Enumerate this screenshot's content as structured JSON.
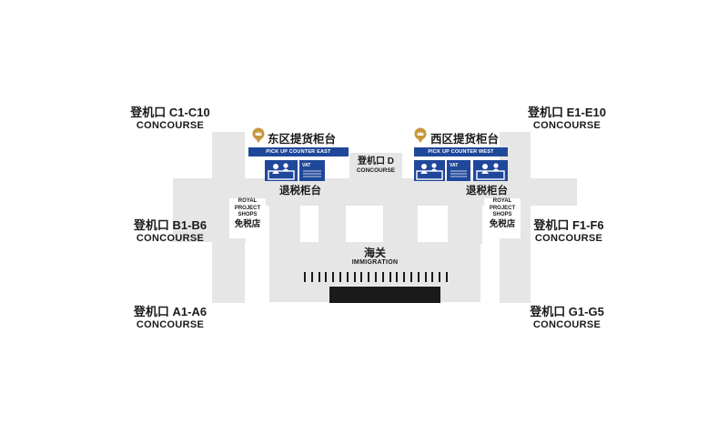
{
  "map": {
    "concourses": {
      "c": {
        "cn": "登机口 C1-C10",
        "en": "CONCOURSE"
      },
      "e": {
        "cn": "登机口 E1-E10",
        "en": "CONCOURSE"
      },
      "b": {
        "cn": "登机口 B1-B6",
        "en": "CONCOURSE"
      },
      "f": {
        "cn": "登机口 F1-F6",
        "en": "CONCOURSE"
      },
      "a": {
        "cn": "登机口 A1-A6",
        "en": "CONCOURSE"
      },
      "g": {
        "cn": "登机口 G1-G5",
        "en": "CONCOURSE"
      },
      "d": {
        "cn": "登机口 D",
        "en": "CONCOURSE"
      }
    },
    "pickup_east": {
      "title": "东区提货柜台",
      "bar": "PICK UP COUNTER EAST",
      "vat": "VAT"
    },
    "pickup_west": {
      "title": "西区提货柜台",
      "bar": "PICK UP COUNTER WEST",
      "vat": "VAT"
    },
    "tax_refund_east": "退税柜台",
    "tax_refund_west": "退税柜台",
    "shops_left": {
      "line1": "ROYAL",
      "line2": "PROJECT",
      "line3": "SHOPS",
      "cn": "免税店"
    },
    "shops_right": {
      "line1": "ROYAL",
      "line2": "PROJECT",
      "line3": "SHOPS",
      "cn": "免税店"
    },
    "immigration": {
      "cn": "海关",
      "en": "IMMIGRATION"
    },
    "colors": {
      "floor": "#e6e6e6",
      "counter_blue": "#20489a",
      "crown_gold": "#c8963c",
      "checkpoint": "#1a1a1a"
    }
  }
}
